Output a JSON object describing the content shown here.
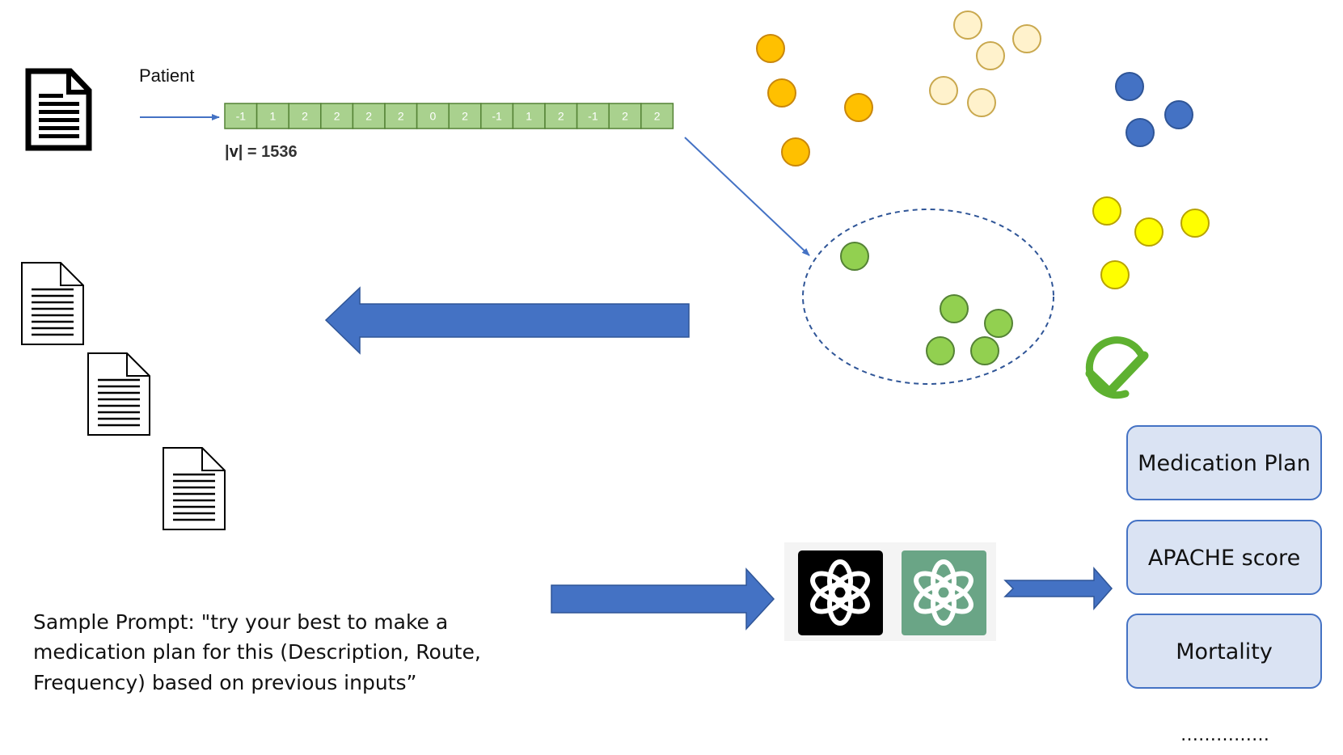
{
  "patient_label": "Patient",
  "vector": {
    "values": [
      "-1",
      "1",
      "2",
      "2",
      "2",
      "2",
      "0",
      "2",
      "-1",
      "1",
      "2",
      "-1",
      "2",
      "2"
    ],
    "size_prefix": "|",
    "size_var": "v",
    "size_suffix": "| = 1536"
  },
  "prompt_lines": [
    "Sample Prompt: \"try your best to make a",
    "medication plan for this (Description, Route,",
    "Frequency) based on previous inputs”"
  ],
  "outcomes": [
    "Medication Plan",
    "APACHE score",
    "Mortality"
  ],
  "ellipsis": "……………",
  "colors": {
    "vector_fill": "#a9d18e",
    "vector_stroke": "#548235",
    "arrow_blue": "#4472c4",
    "arrow_blue_dark": "#2f5597",
    "outcome_fill": "#dae3f3",
    "outcome_stroke": "#4472c4",
    "cluster_orange": "#ffc000",
    "cluster_cream": "#fff2cc",
    "cluster_blue": "#4472c4",
    "cluster_yellow": "#ffff00",
    "cluster_green": "#92d050",
    "check_green": "#5eb130",
    "llm_dark_bg": "#000000",
    "llm_green_bg": "#6aa586"
  },
  "icons": [
    "document-icon",
    "llm-logo-icon",
    "checkmark-icon"
  ]
}
